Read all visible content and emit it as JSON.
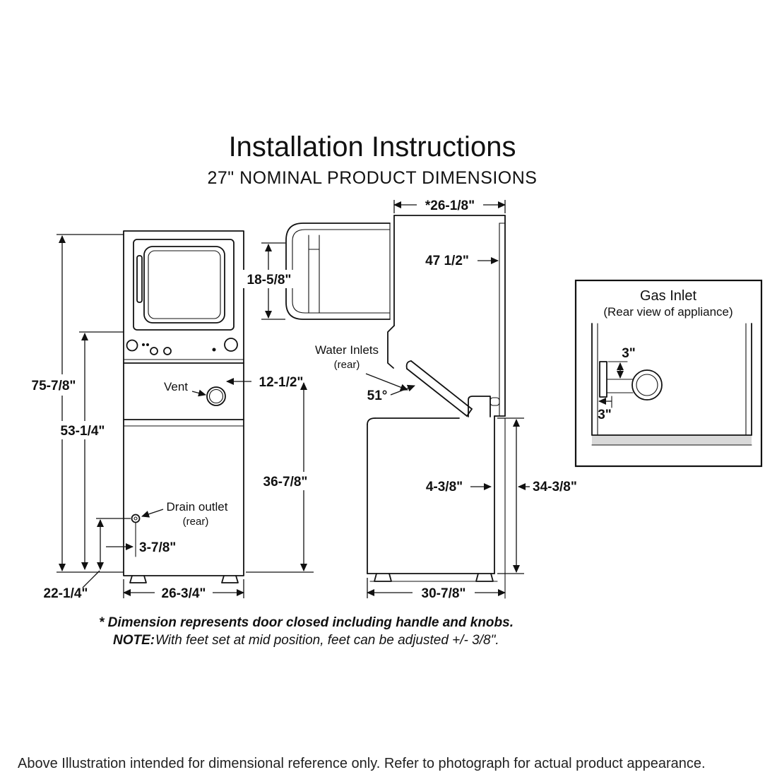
{
  "page": {
    "title": "Installation Instructions",
    "subtitle": "27\" NOMINAL PRODUCT DIMENSIONS",
    "footer": "Above Illustration intended for dimensional reference only. Refer to photograph for actual product appearance."
  },
  "front_view": {
    "dim_total_height": "75-7/8\"",
    "dim_mid_height": "53-1/4\"",
    "label_vent": "Vent",
    "dim_vent_offset": "12-1/2\"",
    "dim_washer_height": "36-7/8\"",
    "label_drain": "Drain outlet",
    "label_drain_sub": "(rear)",
    "dim_drain_side": "3-7/8\"",
    "dim_drain_height": "22-1/4\"",
    "dim_width": "26-3/4\""
  },
  "side_view": {
    "dim_depth_top": "*26-1/8\"",
    "dim_door_swing": "47 1/2\"",
    "dim_door_height": "18-5/8\"",
    "label_water_inlets": "Water Inlets",
    "label_water_inlets_sub": "(rear)",
    "dim_lid_angle": "51°",
    "dim_inlet_offset": "4-3/8\"",
    "dim_washer_height": "34-3/8\"",
    "dim_depth_bottom": "30-7/8\""
  },
  "gas_inlet": {
    "title": "Gas Inlet",
    "subtitle": "(Rear view of appliance)",
    "dim_top": "3\"",
    "dim_side": "3\""
  },
  "notes": {
    "asterisk_note": "* Dimension represents door closed including handle and knobs.",
    "note_label": "NOTE:",
    "note_text": "With feet set at mid position, feet can be adjusted +/- 3/8\"."
  }
}
